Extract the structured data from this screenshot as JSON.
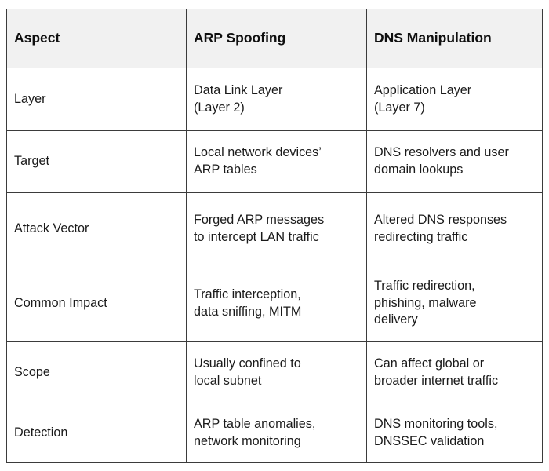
{
  "table": {
    "columns": [
      {
        "key": "aspect",
        "label": "Aspect"
      },
      {
        "key": "arp",
        "label": "ARP Spoofing"
      },
      {
        "key": "dns",
        "label": "DNS Manipulation"
      }
    ],
    "rows": [
      {
        "aspect": "Layer",
        "arp": "Data Link Layer\n(Layer 2)",
        "dns": "Application Layer\n(Layer 7)"
      },
      {
        "aspect": "Target",
        "arp": "Local network devices’\nARP tables",
        "dns": "DNS resolvers and user\ndomain lookups"
      },
      {
        "aspect": "Attack Vector",
        "arp": "Forged ARP messages\nto intercept LAN traffic",
        "dns": "Altered DNS responses\nredirecting traffic"
      },
      {
        "aspect": "Common Impact",
        "arp": "Traffic interception,\ndata sniffing, MITM",
        "dns": "Traffic redirection,\nphishing, malware\ndelivery"
      },
      {
        "aspect": "Scope",
        "arp": "Usually confined to\nlocal subnet",
        "dns": "Can affect global or\nbroader internet traffic"
      },
      {
        "aspect": "Detection",
        "arp": "ARP table anomalies,\nnetwork monitoring",
        "dns": "DNS monitoring tools,\nDNSSEC validation"
      }
    ]
  },
  "colors": {
    "page_background": "#ffffff",
    "header_background": "#f1f1f1",
    "border": "#3b3b3b",
    "header_text": "#0f0f0f",
    "body_text": "#1a1a1a"
  }
}
